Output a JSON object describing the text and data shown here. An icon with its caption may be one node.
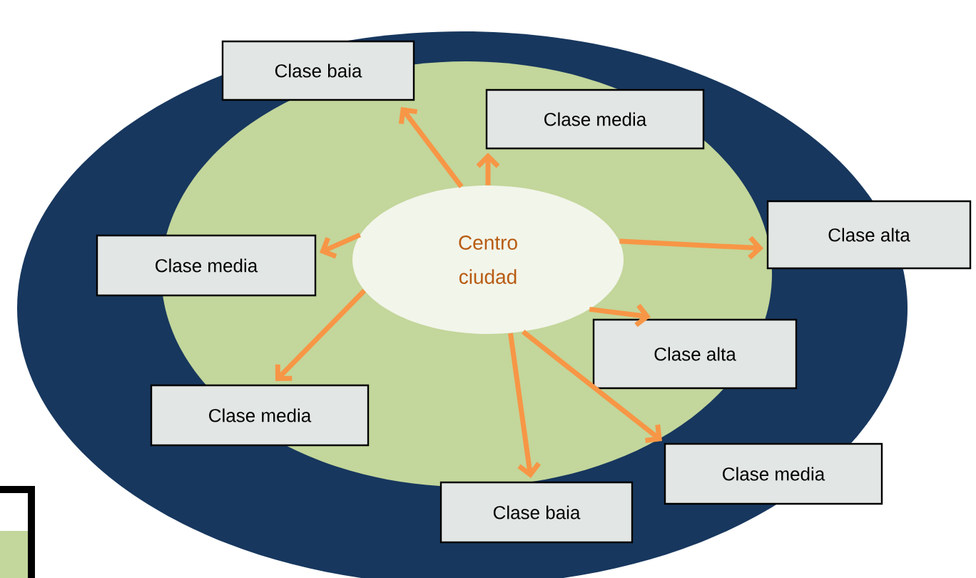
{
  "diagram": {
    "nodes": [
      {
        "text": [
          "Clase baia"
        ]
      },
      {
        "text": [
          "Clase media"
        ]
      },
      {
        "text": [
          "Clase alta"
        ]
      },
      {
        "text": [
          "Centro ciudad"
        ]
      },
      {
        "text": [
          "Clase media"
        ]
      },
      {
        "text": [
          "Clase alta"
        ]
      },
      {
        "text": [
          "Clase media"
        ]
      },
      {
        "text": [
          "Clase media"
        ]
      },
      {
        "text": [
          "Clase baia"
        ]
      }
    ],
    "edges": [
      {
        "from": 3,
        "to": 0,
        "arrow": "to"
      },
      {
        "from": 3,
        "to": 1,
        "arrow": "to"
      },
      {
        "from": 3,
        "to": 2,
        "arrow": "to"
      },
      {
        "from": 3,
        "to": 4,
        "arrow": "to"
      },
      {
        "from": 3,
        "to": 5,
        "arrow": "to"
      },
      {
        "from": 3,
        "to": 6,
        "arrow": "to"
      },
      {
        "from": 3,
        "to": 8,
        "arrow": "to"
      },
      {
        "from": 3,
        "to": 7,
        "arrow": "to"
      }
    ]
  }
}
